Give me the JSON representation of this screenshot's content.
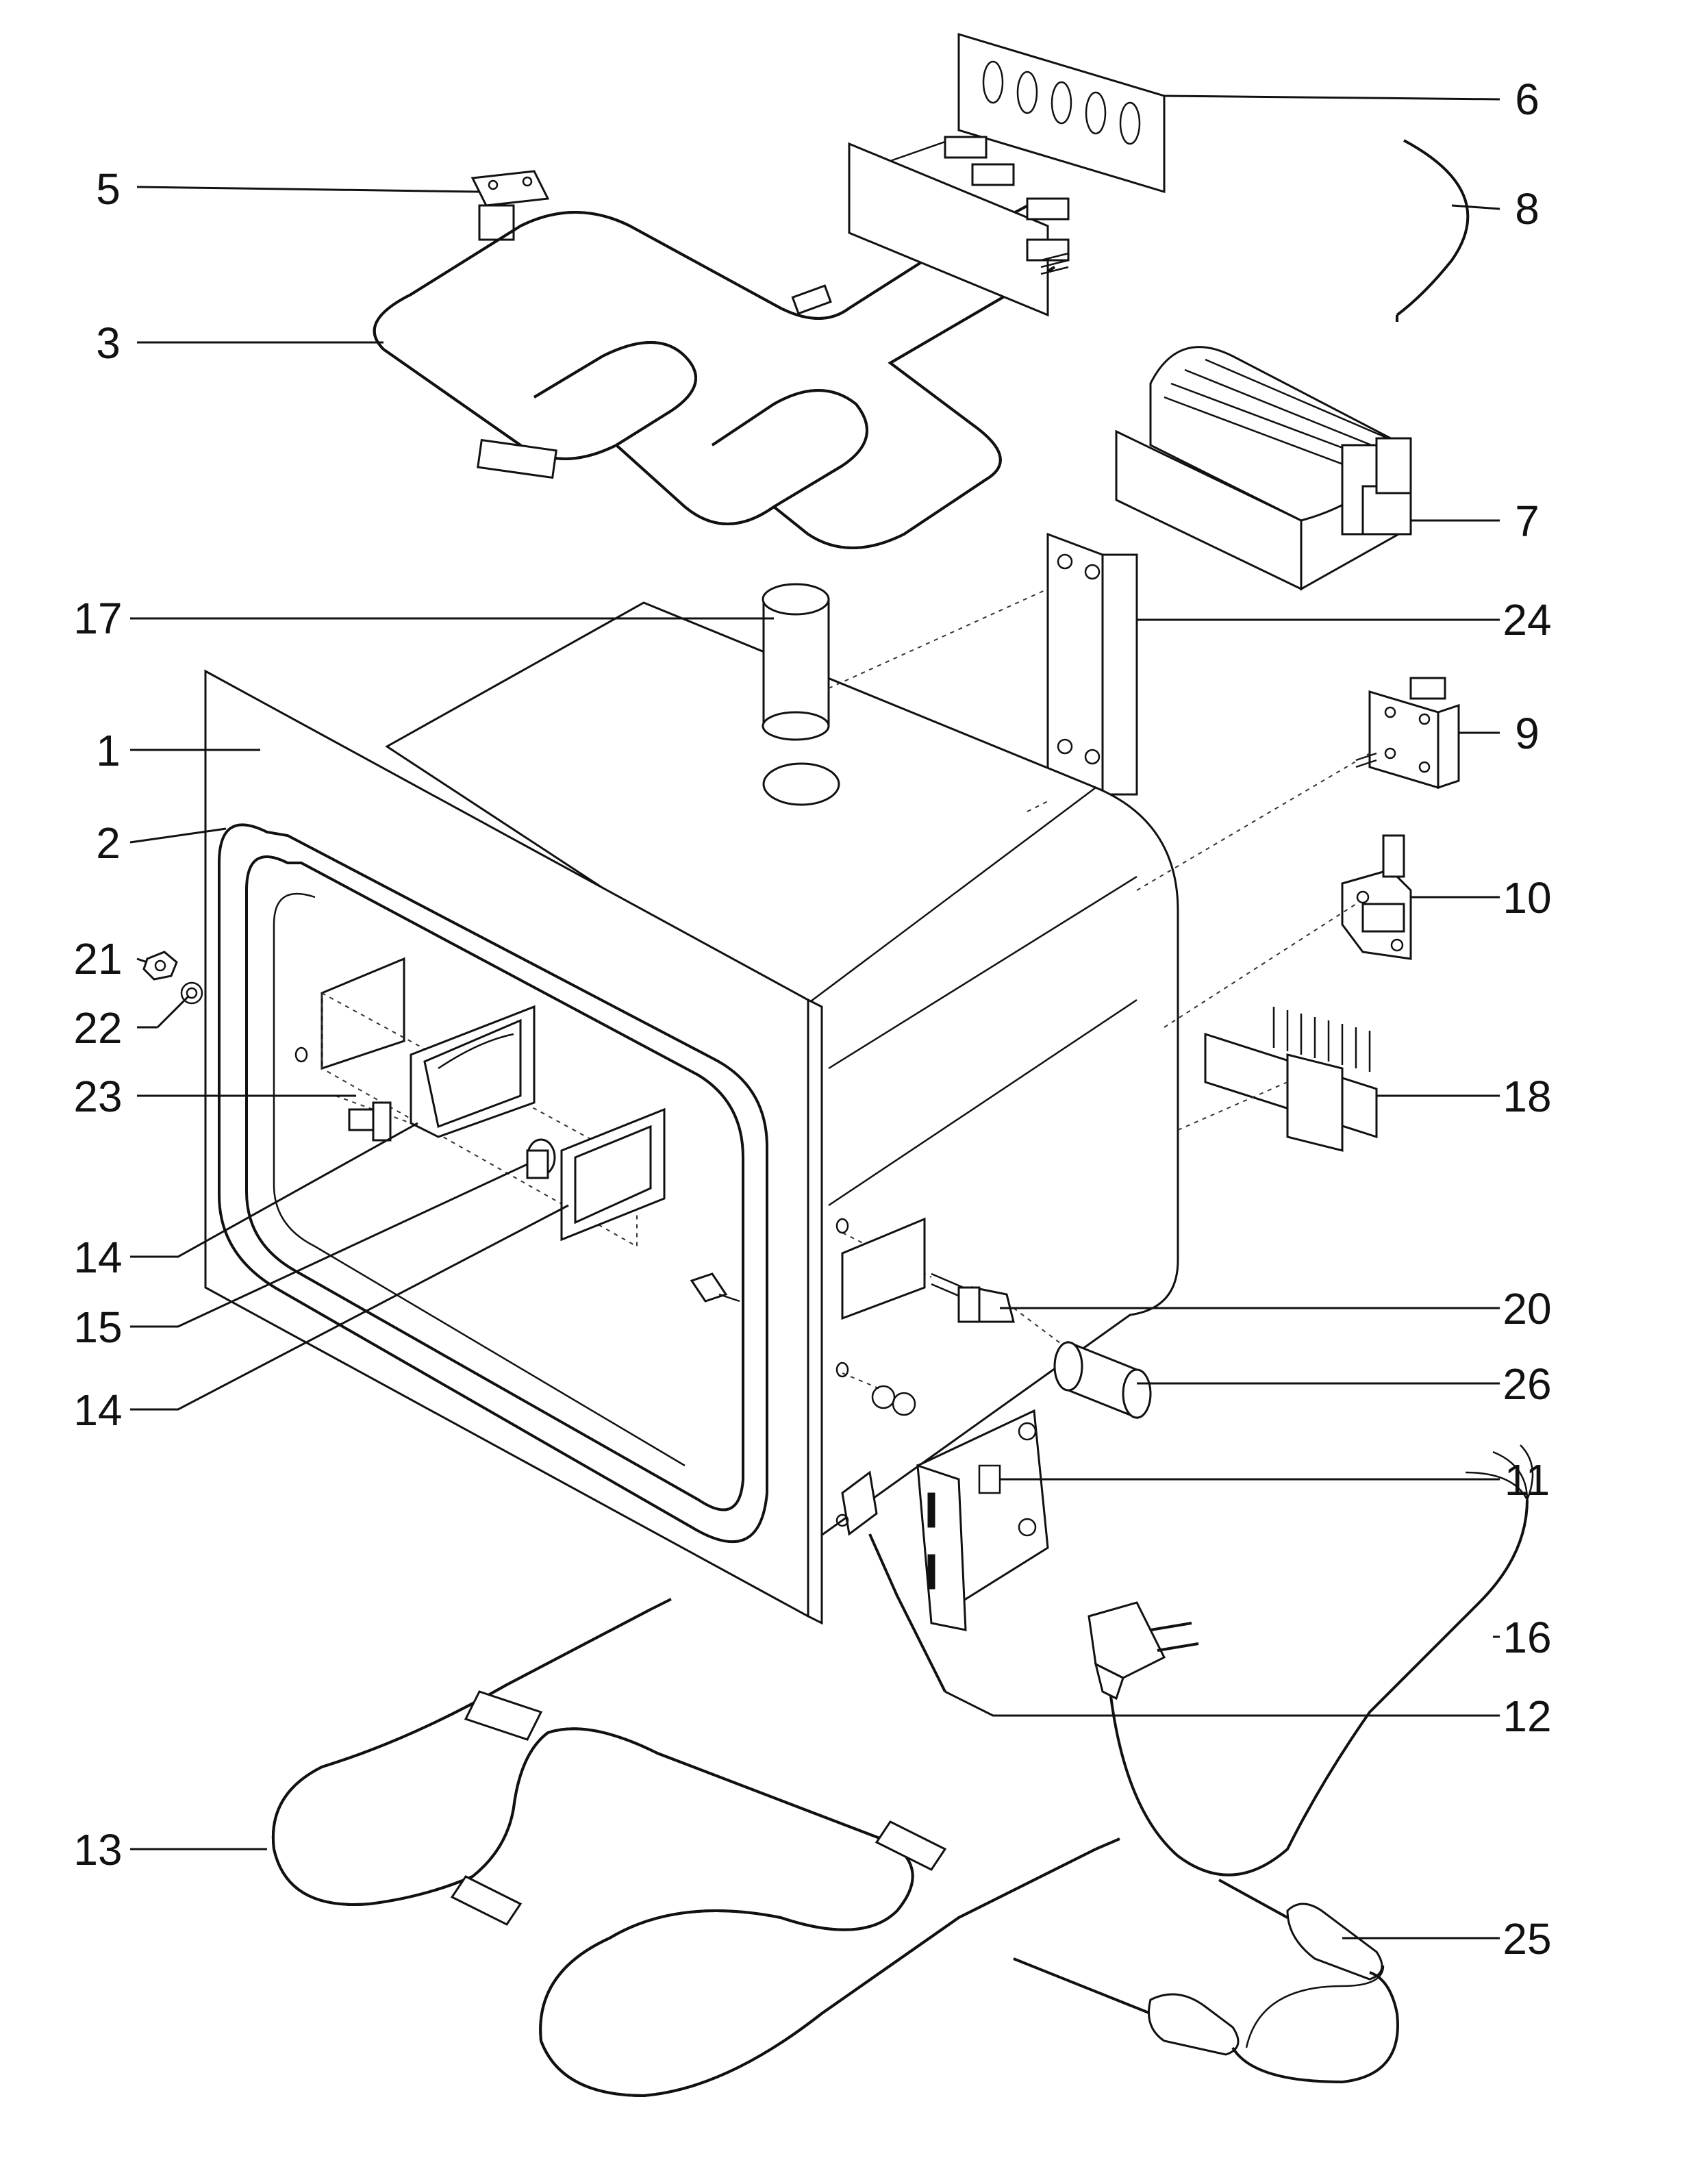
{
  "labels": {
    "p1": "1",
    "p2": "2",
    "p3": "3",
    "p5": "5",
    "p6": "6",
    "p7": "7",
    "p8": "8",
    "p9": "9",
    "p10": "10",
    "p11": "11",
    "p12": "12",
    "p13": "13",
    "p14a": "14",
    "p14b": "14",
    "p15": "15",
    "p16": "16",
    "p17": "17",
    "p18": "18",
    "p20": "20",
    "p21": "21",
    "p22": "22",
    "p23": "23",
    "p24": "24",
    "p25": "25",
    "p26": "26"
  },
  "colors": {
    "line": "#111111",
    "heating_element_fill": "#6f6f6f",
    "background": "#ffffff"
  }
}
